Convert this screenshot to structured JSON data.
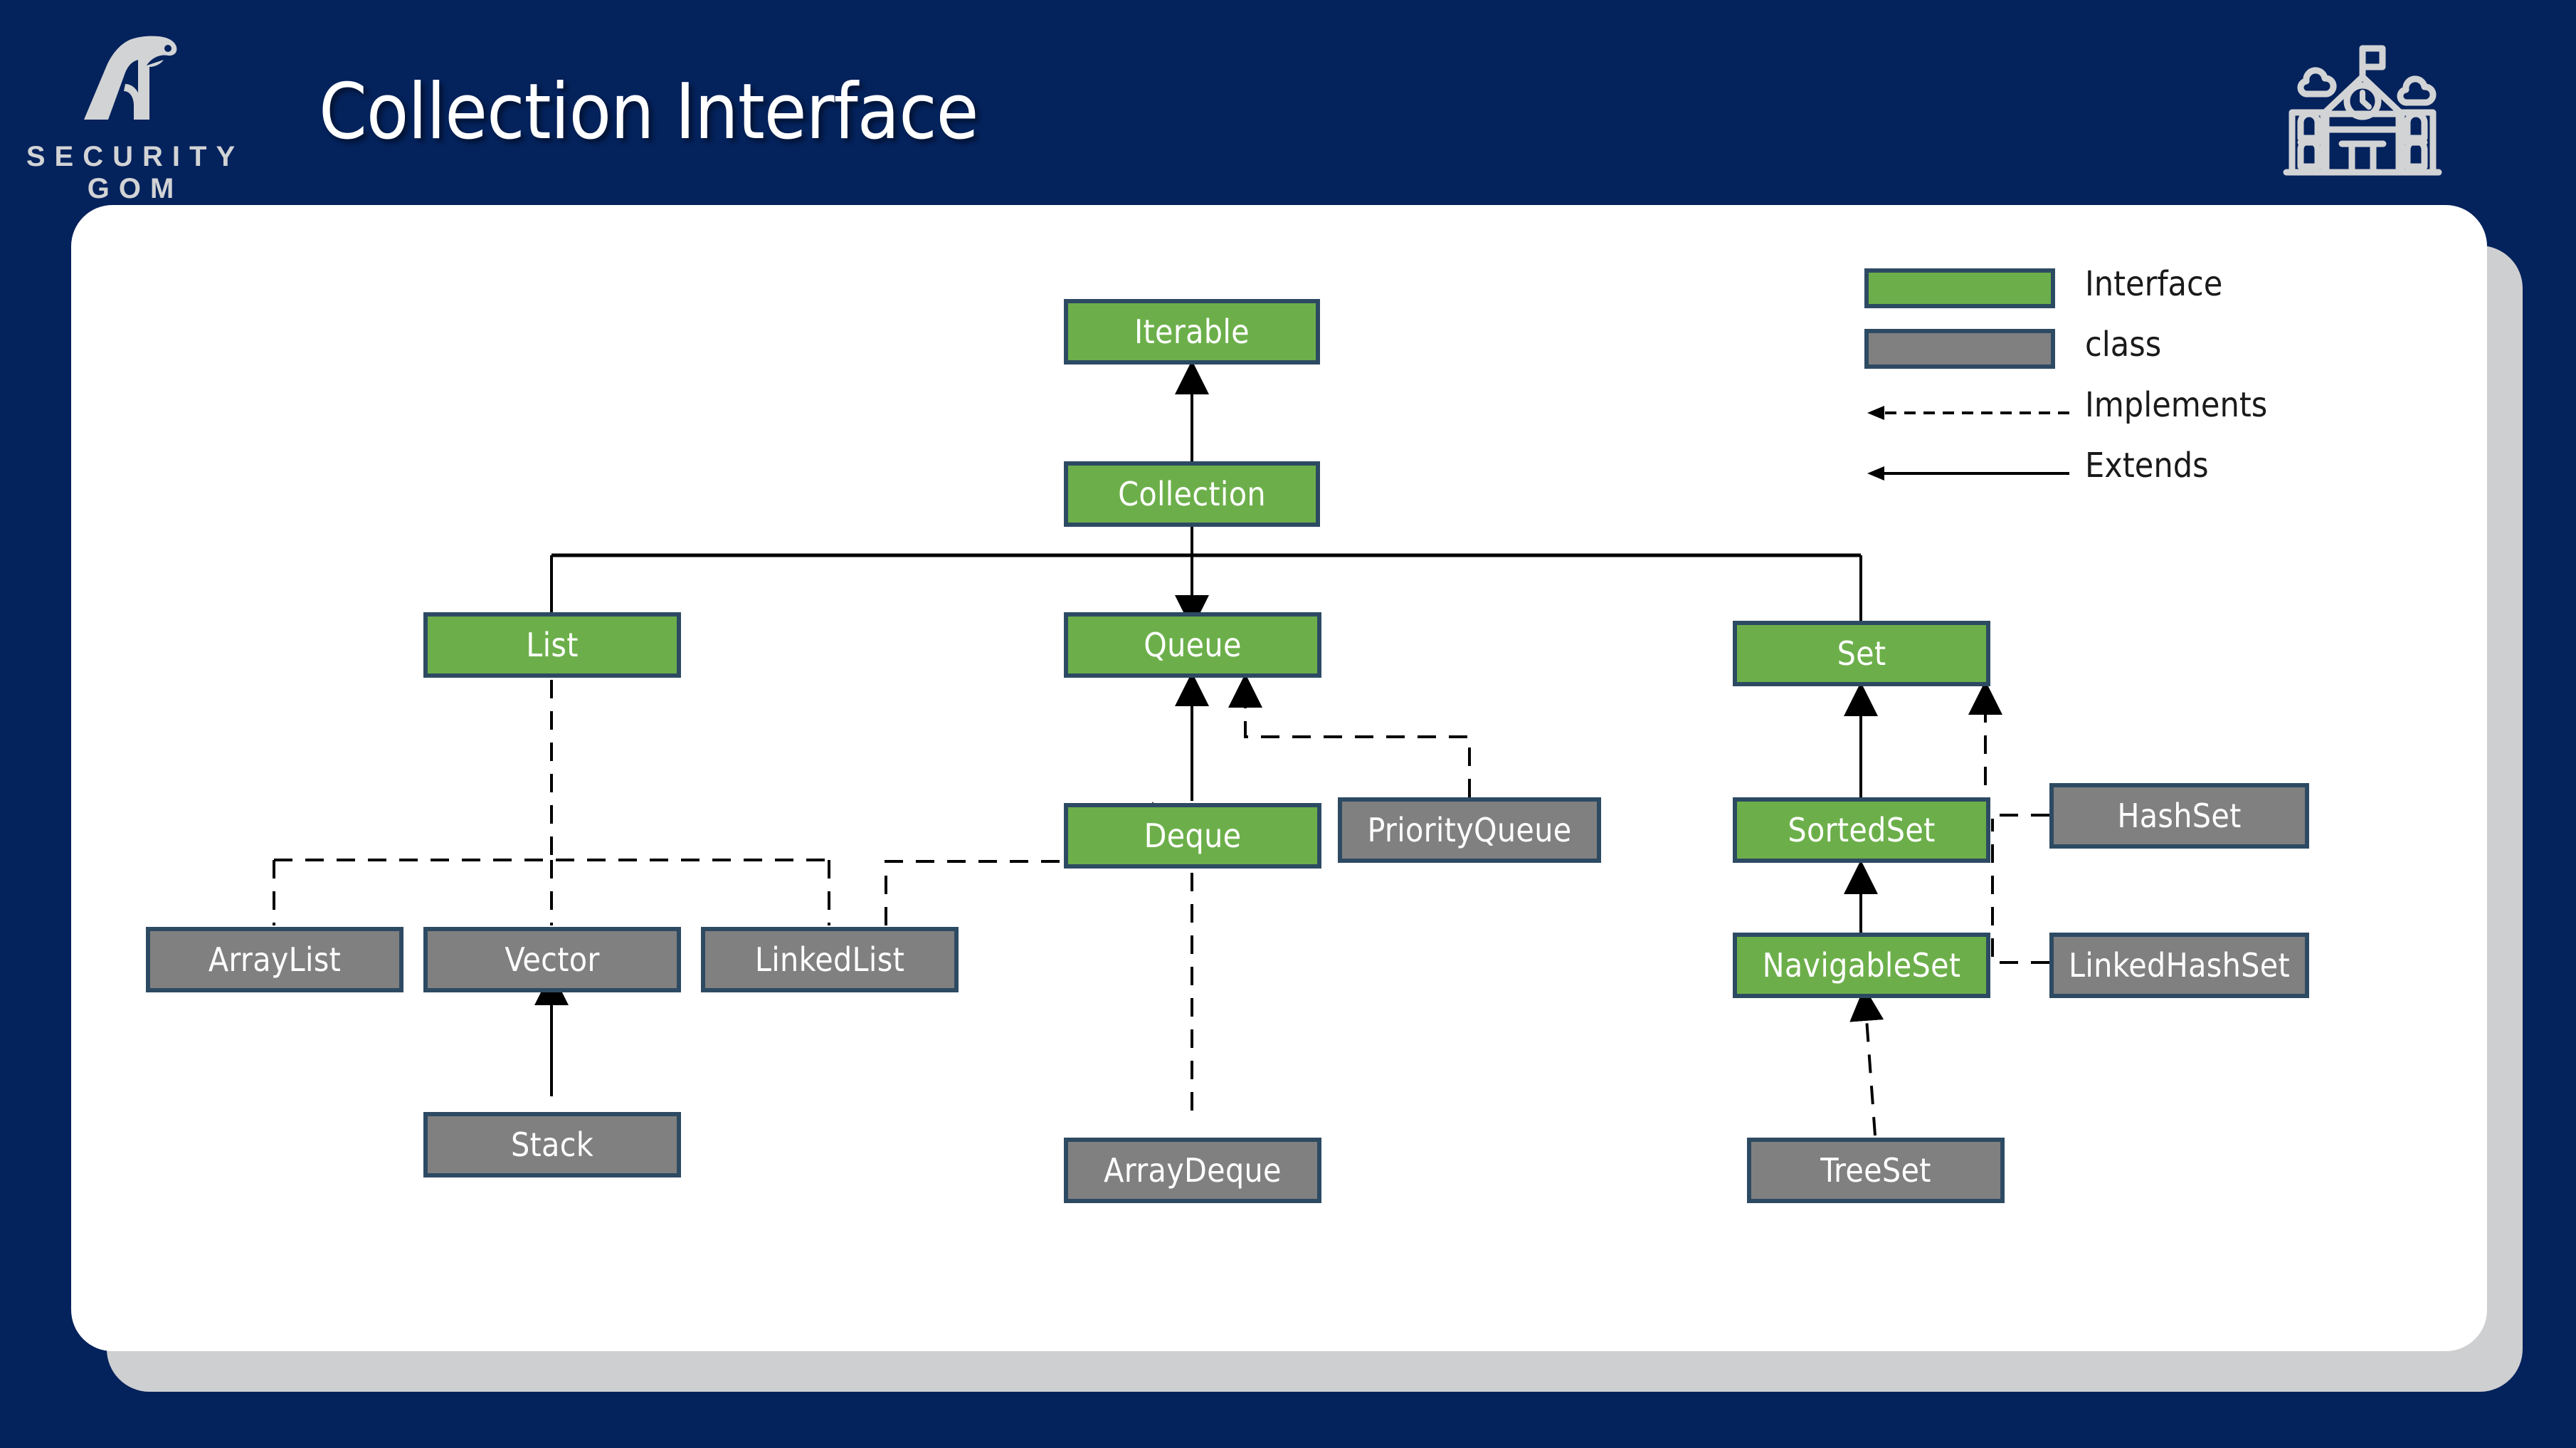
{
  "header": {
    "title": "Collection Interface",
    "brand_name": "SECURITY GOM",
    "brand_logo_icon": "panther-logo-icon",
    "corner_icon": "school-building-icon"
  },
  "colors": {
    "background_navy": "#04225C",
    "card_white": "#FFFFFF",
    "card_shadow": "#CECFD1",
    "interface_green": "#6CAF4A",
    "class_gray": "#808080",
    "node_border_navy": "#2D4A63",
    "edge_black": "#000000",
    "brand_gray": "#D2D3D5"
  },
  "legend": {
    "items": [
      {
        "kind": "swatch",
        "style": "interface",
        "label": "Interface"
      },
      {
        "kind": "swatch",
        "style": "class",
        "label": "class"
      },
      {
        "kind": "arrow",
        "style": "dashed",
        "label": "Implements"
      },
      {
        "kind": "arrow",
        "style": "solid",
        "label": "Extends"
      }
    ]
  },
  "chart_data": {
    "type": "diagram",
    "title": "Collection Interface",
    "nodes": [
      {
        "id": "iterable",
        "label": "Iterable",
        "kind": "interface"
      },
      {
        "id": "collection",
        "label": "Collection",
        "kind": "interface"
      },
      {
        "id": "list",
        "label": "List",
        "kind": "interface"
      },
      {
        "id": "queue",
        "label": "Queue",
        "kind": "interface"
      },
      {
        "id": "set",
        "label": "Set",
        "kind": "interface"
      },
      {
        "id": "deque",
        "label": "Deque",
        "kind": "interface"
      },
      {
        "id": "priorityqueue",
        "label": "PriorityQueue",
        "kind": "class"
      },
      {
        "id": "sortedset",
        "label": "SortedSet",
        "kind": "interface"
      },
      {
        "id": "hashset",
        "label": "HashSet",
        "kind": "class"
      },
      {
        "id": "arraylist",
        "label": "ArrayList",
        "kind": "class"
      },
      {
        "id": "vector",
        "label": "Vector",
        "kind": "class"
      },
      {
        "id": "linkedlist",
        "label": "LinkedList",
        "kind": "class"
      },
      {
        "id": "navigableset",
        "label": "NavigableSet",
        "kind": "interface"
      },
      {
        "id": "linkedhashset",
        "label": "LinkedHashSet",
        "kind": "class"
      },
      {
        "id": "stack",
        "label": "Stack",
        "kind": "class"
      },
      {
        "id": "arraydeque",
        "label": "ArrayDeque",
        "kind": "class"
      },
      {
        "id": "treeset",
        "label": "TreeSet",
        "kind": "class"
      }
    ],
    "edges": [
      {
        "from": "collection",
        "to": "iterable",
        "relation": "Extends"
      },
      {
        "from": "list",
        "to": "collection",
        "relation": "Extends"
      },
      {
        "from": "queue",
        "to": "collection",
        "relation": "Extends"
      },
      {
        "from": "set",
        "to": "collection",
        "relation": "Extends"
      },
      {
        "from": "deque",
        "to": "queue",
        "relation": "Extends"
      },
      {
        "from": "priorityqueue",
        "to": "queue",
        "relation": "Implements"
      },
      {
        "from": "sortedset",
        "to": "set",
        "relation": "Extends"
      },
      {
        "from": "hashset",
        "to": "set",
        "relation": "Implements"
      },
      {
        "from": "arraylist",
        "to": "list",
        "relation": "Implements"
      },
      {
        "from": "vector",
        "to": "list",
        "relation": "Implements"
      },
      {
        "from": "linkedlist",
        "to": "list",
        "relation": "Implements"
      },
      {
        "from": "linkedlist",
        "to": "deque",
        "relation": "Implements"
      },
      {
        "from": "navigableset",
        "to": "sortedset",
        "relation": "Extends"
      },
      {
        "from": "linkedhashset",
        "to": "set",
        "relation": "Implements"
      },
      {
        "from": "stack",
        "to": "vector",
        "relation": "Extends"
      },
      {
        "from": "arraydeque",
        "to": "deque",
        "relation": "Implements"
      },
      {
        "from": "treeset",
        "to": "navigableset",
        "relation": "Implements"
      }
    ]
  }
}
